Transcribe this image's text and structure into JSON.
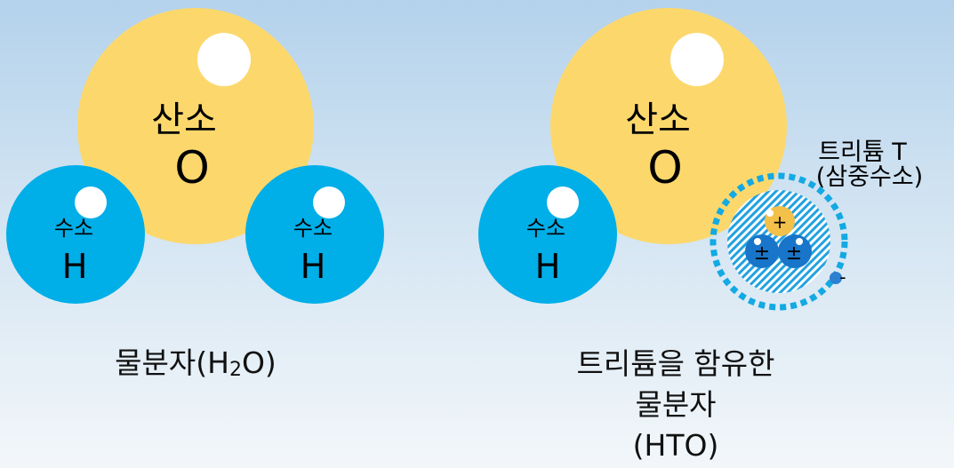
{
  "molecule_h2o": {
    "oxygen": {
      "name": "산소",
      "symbol": "O"
    },
    "hydrogen_left": {
      "name": "수소",
      "symbol": "H"
    },
    "hydrogen_right": {
      "name": "수소",
      "symbol": "H"
    },
    "caption_prefix": "물분자(H",
    "caption_sub": "2",
    "caption_suffix": "O)"
  },
  "molecule_hto": {
    "oxygen": {
      "name": "산소",
      "symbol": "O"
    },
    "hydrogen": {
      "name": "수소",
      "symbol": "H"
    },
    "tritium_label_line1": "트리튬 T",
    "tritium_label_line2": "(삼중수소)",
    "proton_sign": "+",
    "neutron_sign": "±",
    "electron_sign": "-",
    "caption_line1": "트리튬을 함유한",
    "caption_line2": "물분자",
    "caption_line3": "(HTO)"
  },
  "colors": {
    "oxygen": "#fcd86c",
    "hydrogen": "#00aee8",
    "electron_ring": "#13a9e3",
    "neutron": "#1875c9",
    "proton": "#f3c04a"
  }
}
